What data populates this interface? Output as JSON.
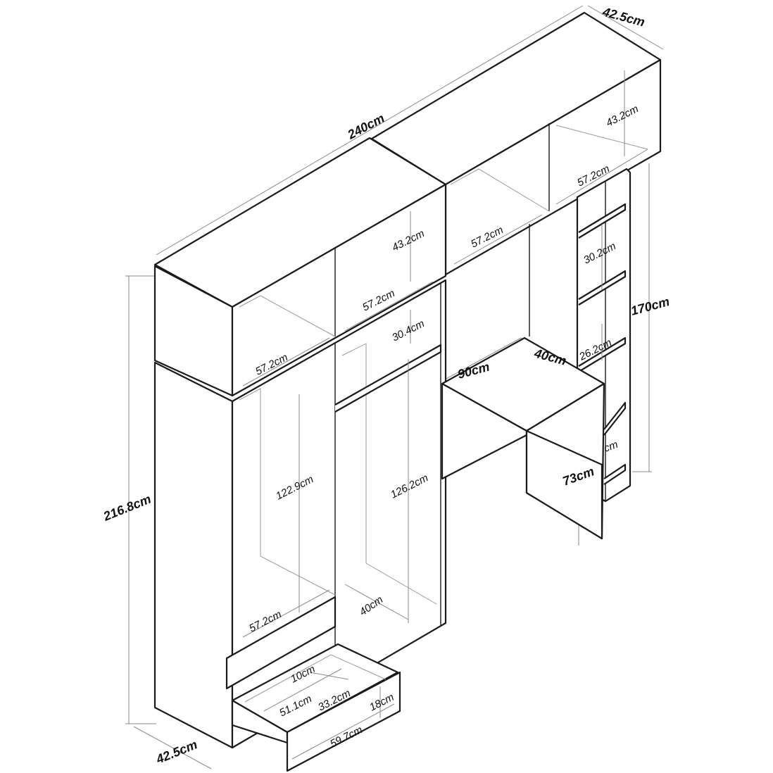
{
  "title": "Wardrobe with desk and shelving - dimension diagram",
  "overall": {
    "width": "240cm",
    "depth_top": "42.5cm",
    "height": "216.8cm",
    "depth_bottom": "42.5cm",
    "shelf_unit_height": "170cm"
  },
  "top_boxes": {
    "right_depth": "43.2cm",
    "right_width": "57.2cm",
    "mid_width": "57.2cm",
    "left_depth": "43.2cm",
    "left_right_width": "57.2cm",
    "left_left_width": "57.2cm"
  },
  "shelf_unit": {
    "shelf_1": "30.2cm",
    "shelf_2": "26.2cm",
    "shelf_3_partial": "cm"
  },
  "desk": {
    "width": "90cm",
    "depth": "40cm",
    "height": "73cm"
  },
  "wardrobe": {
    "left_height": "122.9cm",
    "right_top_shelf": "30.4cm",
    "right_height": "126.2cm",
    "left_bottom_width": "57.2cm",
    "right_bottom_depth": "40cm"
  },
  "drawer": {
    "inner_height": "10cm",
    "inner_width": "51.1cm",
    "inner_depth": "33.2cm",
    "front_height": "18cm",
    "front_width": "59.7cm"
  }
}
